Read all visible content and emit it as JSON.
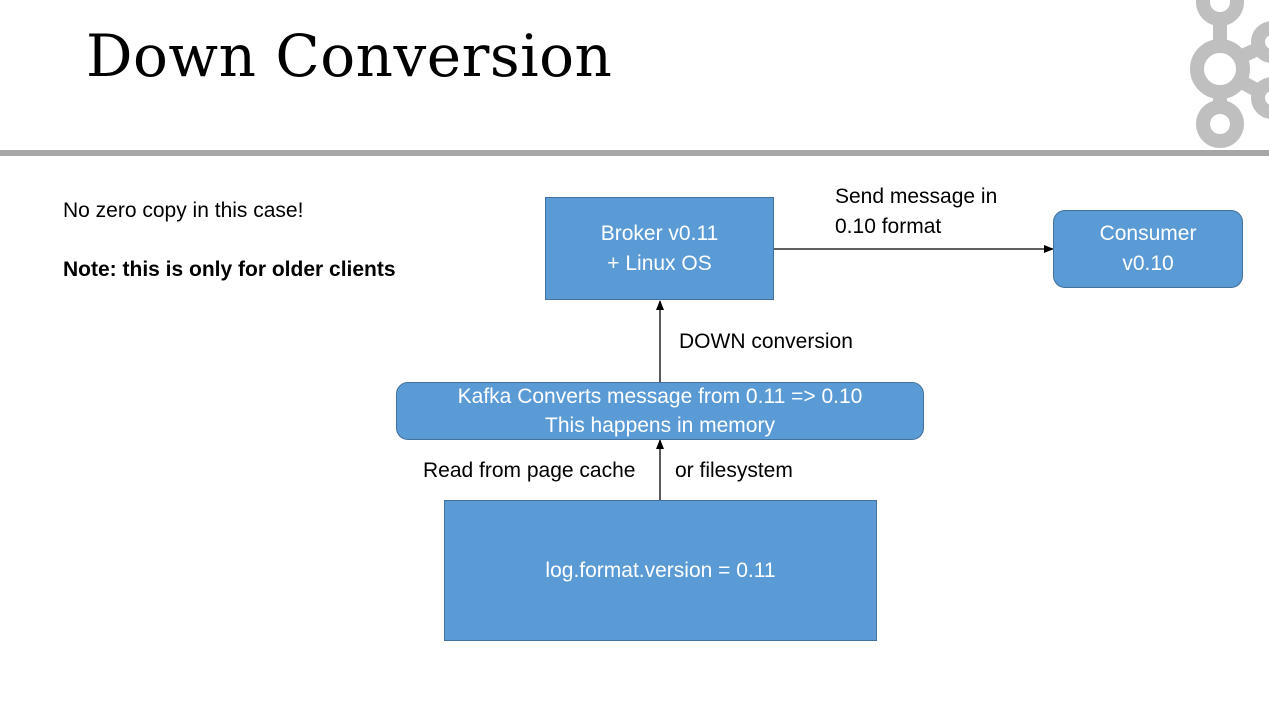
{
  "slide": {
    "title": "Down Conversion",
    "note_line1": "No zero copy in this case!",
    "note_line2": "Note: this is only for older clients"
  },
  "diagram": {
    "broker": {
      "line1": "Broker v0.11",
      "line2": "+ Linux OS"
    },
    "consumer": {
      "line1": "Consumer",
      "line2": "v0.10"
    },
    "converter": {
      "line1": "Kafka Converts message from 0.11 => 0.10",
      "line2": "This happens in memory"
    },
    "log": {
      "label": "log.format.version = 0.11"
    },
    "edge_send": {
      "line1": "Send message in",
      "line2": "0.10 format"
    },
    "edge_down": {
      "label": "DOWN conversion"
    },
    "edge_read": {
      "left": "Read from page cache",
      "right": "or filesystem"
    }
  },
  "colors": {
    "box_fill": "#5b9bd5",
    "box_border": "#41719c",
    "rule": "#a6a6a6",
    "logo": "#bfbfbf"
  }
}
